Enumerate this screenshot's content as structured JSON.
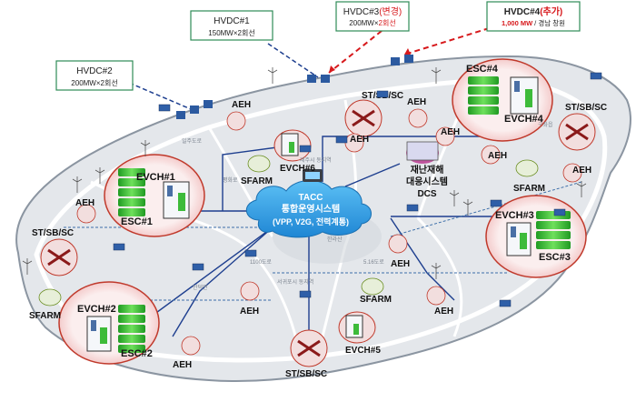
{
  "hvdc_boxes": [
    {
      "id": "hvdc1",
      "title": "HVDC#1",
      "subtitle": "150MW×2회선"
    },
    {
      "id": "hvdc2",
      "title": "HVDC#2",
      "subtitle": "200MW×2회선"
    },
    {
      "id": "hvdc3",
      "title_main": "HVDC#3",
      "title_paren": "(변경)",
      "subtitle_pre": "200MW×",
      "subtitle_red": "2회선"
    },
    {
      "id": "hvdc4",
      "title_main": "HVDC#4",
      "title_paren": "(추가)",
      "subtitle_red": "1,000 MW",
      "subtitle_post": "/ 경남 창원"
    }
  ],
  "center": {
    "l1": "TACC",
    "l2": "통합운영시스템",
    "l3": "(VPP, V2G, 전력계통)"
  },
  "dcs": {
    "l1": "재난재해",
    "l2": "대응시스템",
    "l3": "DCS"
  },
  "stations": [
    {
      "id": "st1",
      "label": "ST/SB/SC"
    },
    {
      "id": "st2",
      "label": "ST/SB/SC"
    },
    {
      "id": "st3",
      "label": "ST/SB/SC"
    },
    {
      "id": "st4",
      "label": "ST/SB/SC"
    }
  ],
  "esc_groups": [
    {
      "id": "g1",
      "evch": "EVCH#1",
      "esc": "ESC#1"
    },
    {
      "id": "g2",
      "evch": "EVCH#2",
      "esc": "ESC#2"
    },
    {
      "id": "g3",
      "evch": "EVCH#3",
      "esc": "ESC#3"
    },
    {
      "id": "g4",
      "evch": "EVCH#4",
      "esc": "ESC#4"
    }
  ],
  "evch_small": [
    {
      "id": "e5",
      "label": "EVCH#5"
    },
    {
      "id": "e6",
      "label": "EVCH#6"
    }
  ],
  "aeh_labels": [
    {
      "id": "a1",
      "label": "AEH"
    },
    {
      "id": "a2",
      "label": "AEH"
    },
    {
      "id": "a3",
      "label": "AEH"
    },
    {
      "id": "a4",
      "label": "AEH"
    },
    {
      "id": "a5",
      "label": "AEH"
    },
    {
      "id": "a6",
      "label": "AEH"
    },
    {
      "id": "a7",
      "label": "AEH"
    },
    {
      "id": "a8",
      "label": "AEH"
    },
    {
      "id": "a9",
      "label": "AEH"
    },
    {
      "id": "a10",
      "label": "AEH"
    },
    {
      "id": "a11",
      "label": "AEH"
    }
  ],
  "sfarm_labels": [
    {
      "id": "s1",
      "label": "SFARM"
    },
    {
      "id": "s2",
      "label": "SFARM"
    },
    {
      "id": "s3",
      "label": "SFARM"
    },
    {
      "id": "s4",
      "label": "SFARM"
    }
  ],
  "map_labels": [
    {
      "id": "m1",
      "label": "일주도로"
    },
    {
      "id": "m2",
      "label": "평화로"
    },
    {
      "id": "m3",
      "label": "1100도로"
    },
    {
      "id": "m4",
      "label": "한라산"
    },
    {
      "id": "m5",
      "label": "5.16도로"
    },
    {
      "id": "m6",
      "label": "서귀포시 동지역"
    },
    {
      "id": "m7",
      "label": "안덕면"
    },
    {
      "id": "m8",
      "label": "구좌읍"
    },
    {
      "id": "m9",
      "label": "제주시 동지역"
    }
  ],
  "colors": {
    "land": "#e3e6ea",
    "land_edge": "#9aa3ad",
    "road": "#ffffff",
    "cloud": "#2f9fe8",
    "battery": "#3dbb3a",
    "ring": "#c0392b",
    "box_border": "#2e8b57",
    "red_text": "#d7191c",
    "link": "#1e3f8f",
    "dashed_red": "#d7191c"
  }
}
